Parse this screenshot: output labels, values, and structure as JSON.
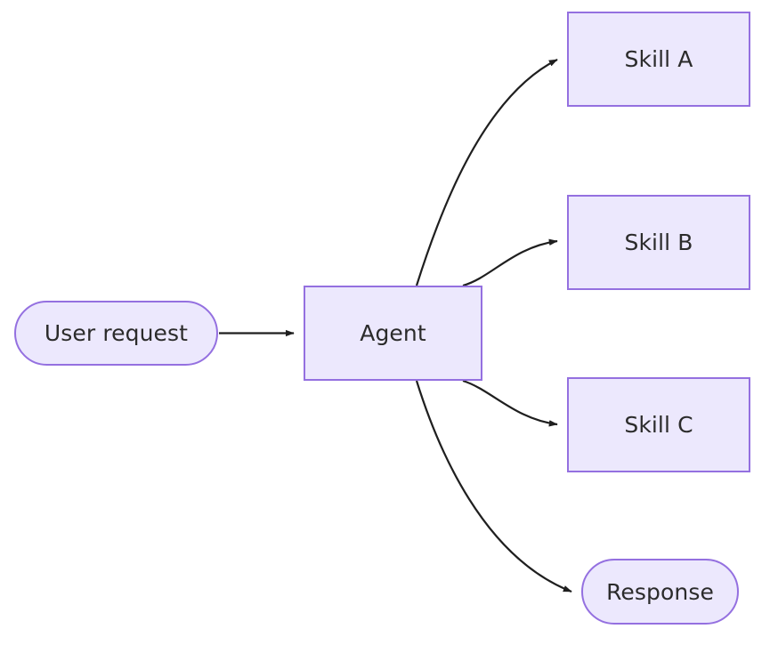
{
  "diagram": {
    "title": "Agent skill routing flowchart",
    "type": "flowchart",
    "direction": "left-to-right",
    "background_color": "#ffffff",
    "node_fill_color": "#ECE8FD",
    "node_border_color": "#9470E0",
    "node_text_color": "#2b2b2b",
    "edge_color": "#1f1f1f",
    "nodes": [
      {
        "id": "user_request",
        "label": "User request",
        "shape": "stadium"
      },
      {
        "id": "agent",
        "label": "Agent",
        "shape": "rectangle"
      },
      {
        "id": "skill_a",
        "label": "Skill A",
        "shape": "rectangle"
      },
      {
        "id": "skill_b",
        "label": "Skill B",
        "shape": "rectangle"
      },
      {
        "id": "skill_c",
        "label": "Skill C",
        "shape": "rectangle"
      },
      {
        "id": "response",
        "label": "Response",
        "shape": "stadium"
      }
    ],
    "edges": [
      {
        "from": "user_request",
        "to": "agent",
        "label": "",
        "style": "straight-arrow"
      },
      {
        "from": "agent",
        "to": "skill_a",
        "label": "",
        "style": "curved-arrow"
      },
      {
        "from": "agent",
        "to": "skill_b",
        "label": "",
        "style": "curved-arrow"
      },
      {
        "from": "agent",
        "to": "skill_c",
        "label": "",
        "style": "curved-arrow"
      },
      {
        "from": "agent",
        "to": "response",
        "label": "",
        "style": "curved-arrow"
      }
    ]
  }
}
